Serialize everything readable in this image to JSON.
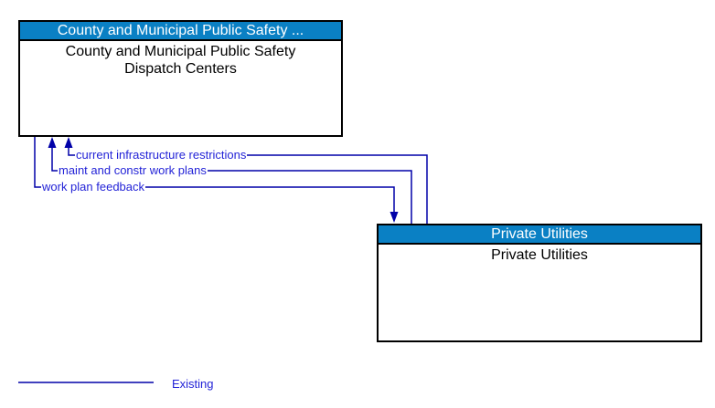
{
  "diagram": {
    "boxes": {
      "county": {
        "header": "County and Municipal Public Safety ...",
        "body": "County and Municipal Public Safety Dispatch Centers"
      },
      "private_utilities": {
        "header": "Private Utilities",
        "body": "Private Utilities"
      }
    },
    "flows": [
      {
        "label": "current infrastructure restrictions",
        "from": "Private Utilities",
        "to": "County and Municipal Public Safety Dispatch Centers",
        "status": "existing"
      },
      {
        "label": "maint and constr work plans",
        "from": "Private Utilities",
        "to": "County and Municipal Public Safety Dispatch Centers",
        "status": "existing"
      },
      {
        "label": "work plan feedback",
        "from": "County and Municipal Public Safety Dispatch Centers",
        "to": "Private Utilities",
        "status": "existing"
      }
    ],
    "legend": {
      "label": "Existing"
    },
    "colors": {
      "header_bar_blue": "#0a80c4",
      "flow_line_blue": "#0000a8",
      "flow_label_blue": "#2323d7",
      "box_border": "#000000",
      "body_text": "#000000",
      "header_text": "#ffffff"
    }
  }
}
